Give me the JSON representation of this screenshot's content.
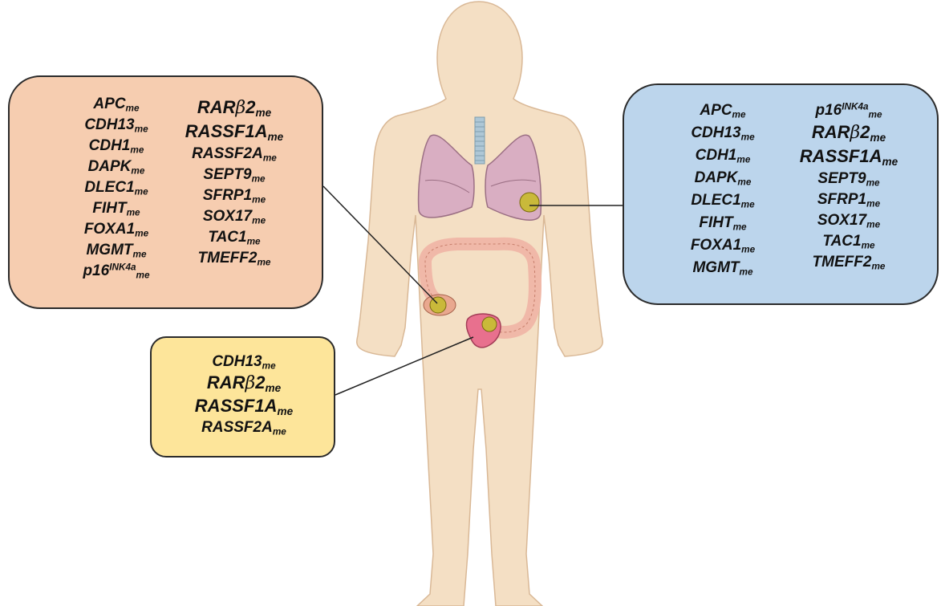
{
  "colon_panel": {
    "col1": [
      {
        "name": "APC",
        "sub": "me"
      },
      {
        "name": "CDH13",
        "sub": "me"
      },
      {
        "name": "CDH1",
        "sub": "me"
      },
      {
        "name": "DAPK",
        "sub": "me"
      },
      {
        "name": "DLEC1",
        "sub": "me"
      },
      {
        "name": "FIHT",
        "sub": "me"
      },
      {
        "name": "FOXA1",
        "sub": "me"
      },
      {
        "name": "MGMT",
        "sub": "me"
      },
      {
        "name": "p16",
        "sup": "INK4a",
        "sub": "me"
      }
    ],
    "col2": [
      {
        "name": "RAR",
        "beta": "β",
        "tail": "2",
        "sub": "me",
        "big": true
      },
      {
        "name": "RASSF1A",
        "sub": "me",
        "big": true
      },
      {
        "name": "RASSF2A",
        "sub": "me"
      },
      {
        "name": "SEPT9",
        "sub": "me"
      },
      {
        "name": "SFRP1",
        "sub": "me"
      },
      {
        "name": "SOX17",
        "sub": "me"
      },
      {
        "name": "TAC1",
        "sub": "me"
      },
      {
        "name": "TMEFF2",
        "sub": "me"
      }
    ]
  },
  "lung_panel": {
    "col1": [
      {
        "name": "APC",
        "sub": "me"
      },
      {
        "name": "CDH13",
        "sub": "me"
      },
      {
        "name": "CDH1",
        "sub": "me"
      },
      {
        "name": "DAPK",
        "sub": "me"
      },
      {
        "name": "DLEC1",
        "sub": "me"
      },
      {
        "name": "FIHT",
        "sub": "me"
      },
      {
        "name": "FOXA1",
        "sub": "me"
      },
      {
        "name": "MGMT",
        "sub": "me"
      }
    ],
    "col2": [
      {
        "name": "p16",
        "sup": "INK4a",
        "sub": "me"
      },
      {
        "name": "RAR",
        "beta": "β",
        "tail": "2",
        "sub": "me",
        "big": true
      },
      {
        "name": "RASSF1A",
        "sub": "me",
        "big": true
      },
      {
        "name": "SEPT9",
        "sub": "me"
      },
      {
        "name": "SFRP1",
        "sub": "me"
      },
      {
        "name": "SOX17",
        "sub": "me"
      },
      {
        "name": "TAC1",
        "sub": "me"
      },
      {
        "name": "TMEFF2",
        "sub": "me"
      }
    ]
  },
  "bladder_panel": {
    "col1": [
      {
        "name": "CDH13",
        "sub": "me"
      },
      {
        "name": "RAR",
        "beta": "β",
        "tail": "2",
        "sub": "me",
        "big": true
      },
      {
        "name": "RASSF1A",
        "sub": "me",
        "big": true
      },
      {
        "name": "RASSF2A",
        "sub": "me"
      }
    ]
  },
  "colors": {
    "colon_box": "#f6cdb0",
    "lung_box": "#bcd5ec",
    "bladder_box": "#fde59a",
    "skin": "#f4dfc4",
    "lung": "#d9aec2",
    "colon": "#f0b8a8",
    "bladder": "#e8708e",
    "tumor": "#c9b93a"
  }
}
